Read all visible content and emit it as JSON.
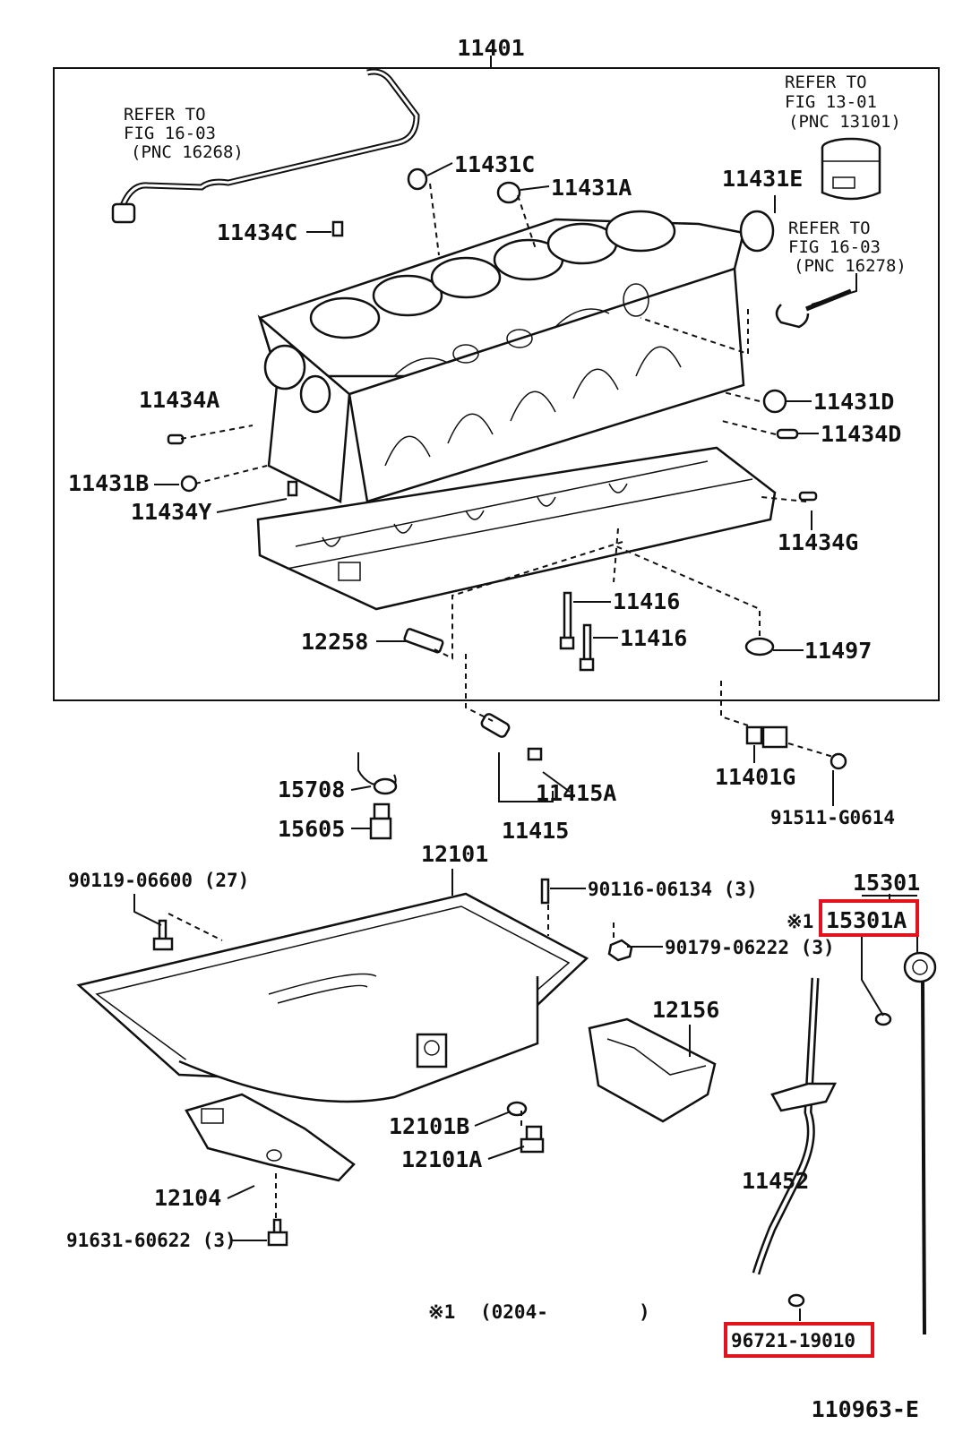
{
  "diagram": {
    "title_pnc": "11401",
    "figure_code": "110963-E",
    "footnote_mark": "※1",
    "footnote_range": "(0204-        )",
    "highlight_color": "#e0141e",
    "refs": {
      "fig16_03_a": [
        "REFER TO",
        "FIG 16-03",
        "(PNC 16268)"
      ],
      "fig13_01": [
        "REFER TO",
        "FIG 13-01",
        "(PNC 13101)"
      ],
      "fig16_03_b": [
        "REFER TO",
        "FIG 16-03",
        "(PNC 16278)"
      ]
    },
    "labels": {
      "p11431C": "11431C",
      "p11431A": "11431A",
      "p11431E": "11431E",
      "p11434C": "11434C",
      "p11434A": "11434A",
      "p11431D": "11431D",
      "p11434D": "11434D",
      "p11431B": "11431B",
      "p11434Y": "11434Y",
      "p11434G": "11434G",
      "p11416a": "11416",
      "p11416b": "11416",
      "p12258": "12258",
      "p11497": "11497",
      "p15708": "15708",
      "p11415A": "11415A",
      "p11401G": "11401G",
      "p15605": "15605",
      "p11415": "11415",
      "p91511": "91511-G0614",
      "p12101": "12101",
      "p90119": "90119-06600 (27)",
      "p90116": "90116-06134 (3)",
      "p15301": "15301",
      "p15301A_mark": "※1",
      "p15301A": "15301A",
      "p90179": "90179-06222 (3)",
      "p12156": "12156",
      "p12101B": "12101B",
      "p12101A": "12101A",
      "p12104": "12104",
      "p11452": "11452",
      "p91631": "91631-60622 (3)",
      "p96721": "96721-19010"
    }
  }
}
